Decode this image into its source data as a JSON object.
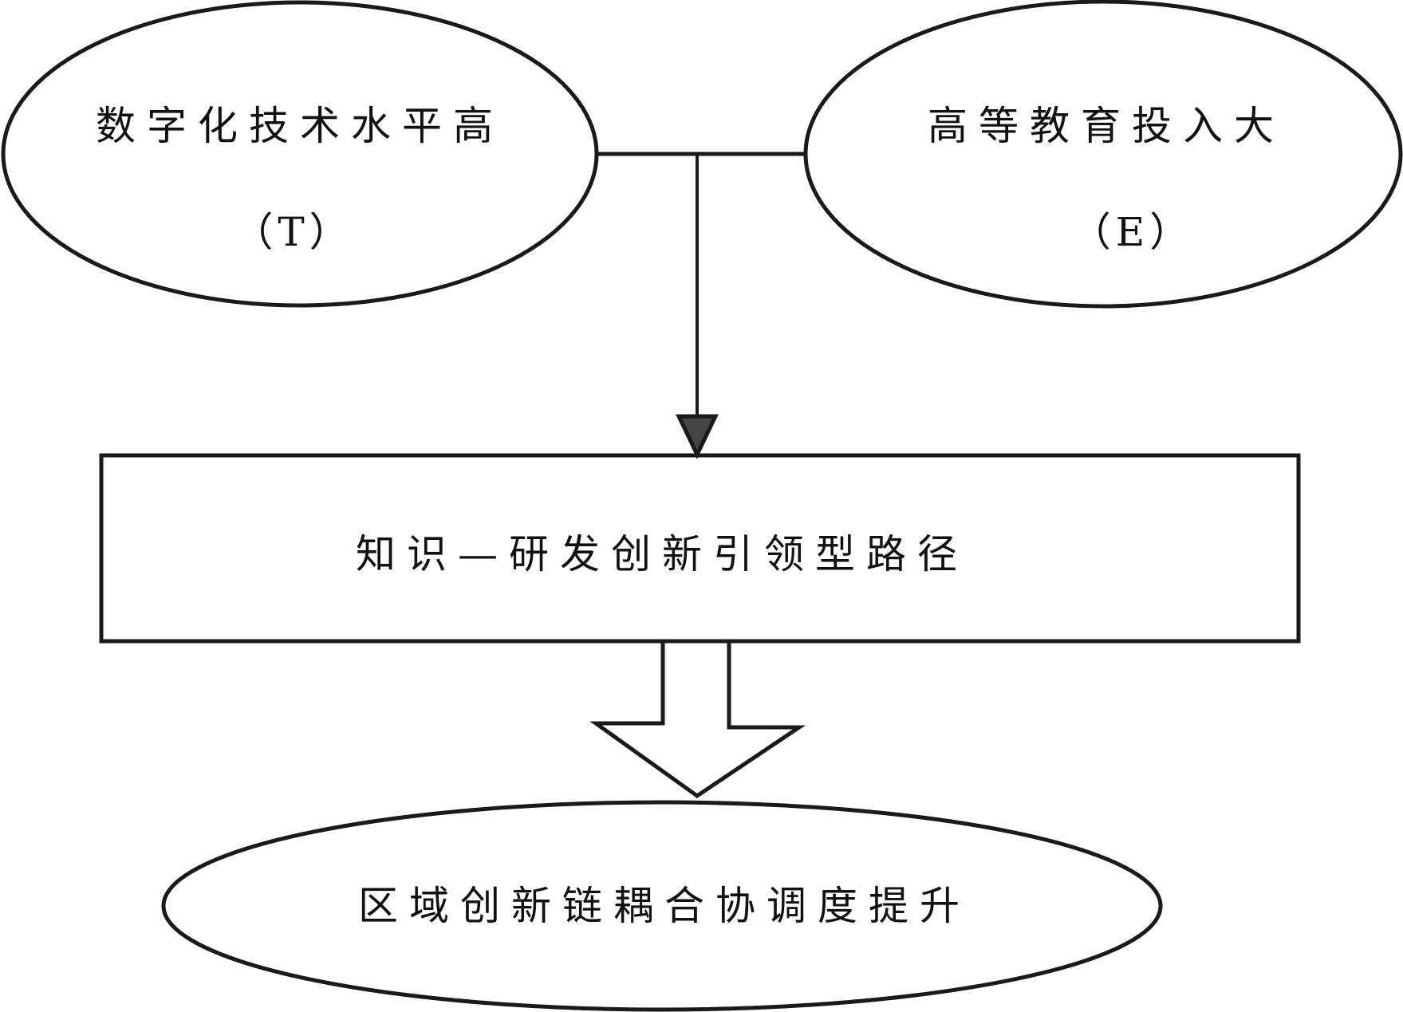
{
  "diagram": {
    "colors": {
      "stroke": "#1a1a1a",
      "arrow_fill": "#444444",
      "background": "#ffffff"
    },
    "nodes": [
      {
        "id": "T",
        "shape": "ellipse",
        "line1": "数字化技术水平高",
        "line2": "（T）"
      },
      {
        "id": "E",
        "shape": "ellipse",
        "line1": "高等教育投入大",
        "line2": "（E）"
      },
      {
        "id": "path",
        "shape": "rectangle",
        "label": "知识—研发创新引领型路径"
      },
      {
        "id": "outcome",
        "shape": "ellipse",
        "label": "区域创新链耦合协调度提升"
      }
    ],
    "edges": [
      {
        "from": [
          "T",
          "E"
        ],
        "to": "path",
        "style": "solid-arrow"
      },
      {
        "from": "path",
        "to": "outcome",
        "style": "hollow-block-arrow"
      }
    ]
  }
}
